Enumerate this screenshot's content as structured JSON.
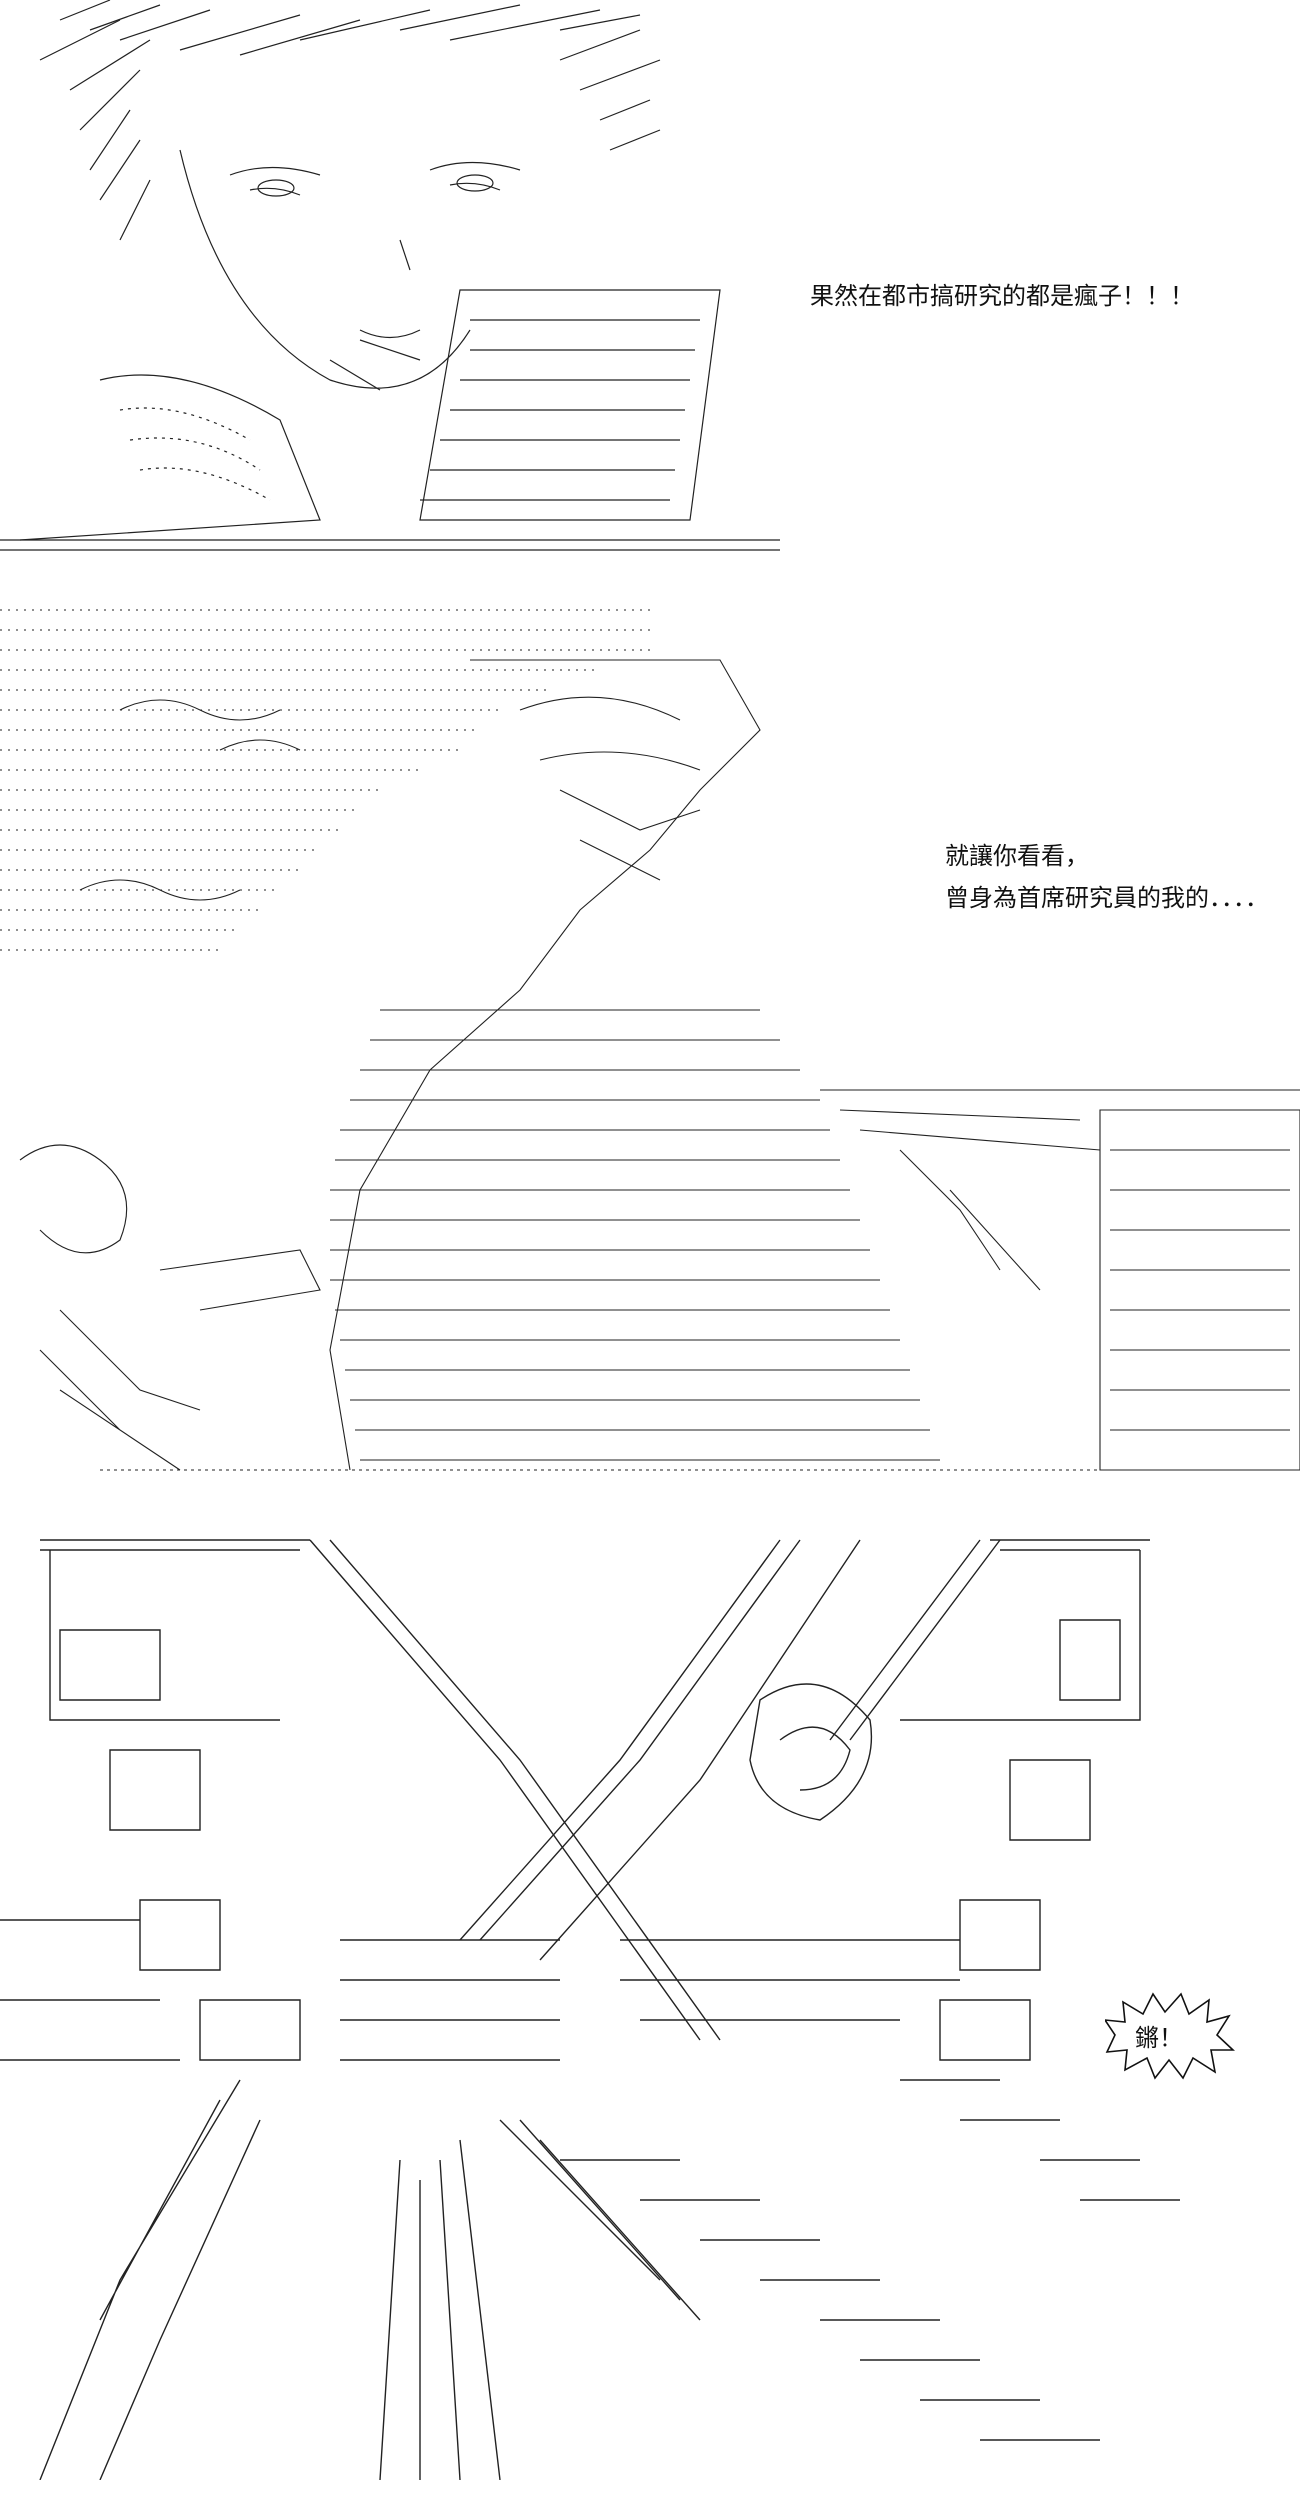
{
  "panels": [
    {
      "id": "panel-1",
      "caption_lines": [
        "果然在都市搞研究的都是瘋子！！！"
      ]
    },
    {
      "id": "panel-2",
      "caption_lines": [
        "就讓你看看，",
        "曾身為首席研究員的我的．．．．"
      ]
    },
    {
      "id": "panel-3",
      "sfx": "鏘！"
    }
  ],
  "colors": {
    "ink": "#111111",
    "paper": "#ffffff"
  }
}
